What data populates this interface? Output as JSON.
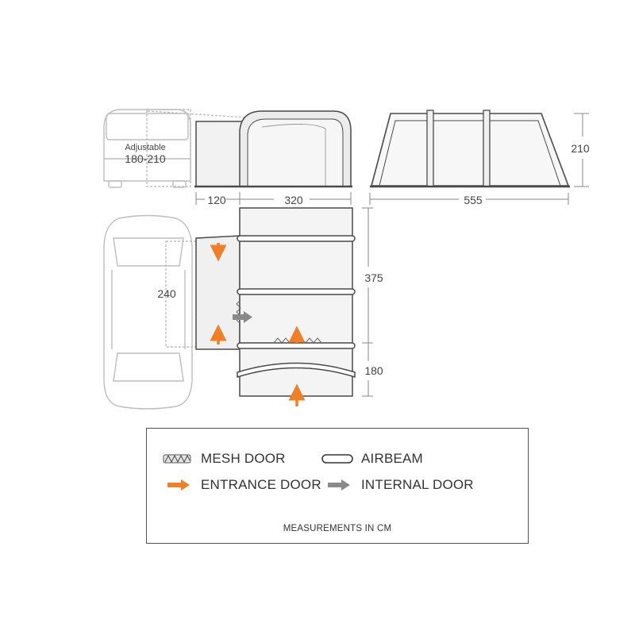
{
  "colors": {
    "accent_orange": "#f07f2a",
    "internal_gray": "#8a8a8a",
    "tent_fill": "#f2f2f2",
    "tent_outline": "#4a4a4a",
    "vehicle_outline": "#bdbdbd"
  },
  "side_view": {
    "vehicle_label_line1": "Adjustable",
    "vehicle_label_line2": "180-210",
    "dim_canopy": "120",
    "dim_tent": "320"
  },
  "end_view": {
    "dim_height": "210",
    "dim_length": "555"
  },
  "plan_view": {
    "dim_vehicle_side": "240",
    "dim_main": "375",
    "dim_porch": "180"
  },
  "legend": {
    "items": [
      {
        "label": "MESH DOOR",
        "icon": "mesh-door-icon"
      },
      {
        "label": "AIRBEAM",
        "icon": "airbeam-icon"
      },
      {
        "label": "ENTRANCE DOOR",
        "icon": "orange-arrow-icon"
      },
      {
        "label": "INTERNAL DOOR",
        "icon": "gray-arrow-icon"
      }
    ],
    "footnote": "MEASUREMENTS IN CM"
  }
}
